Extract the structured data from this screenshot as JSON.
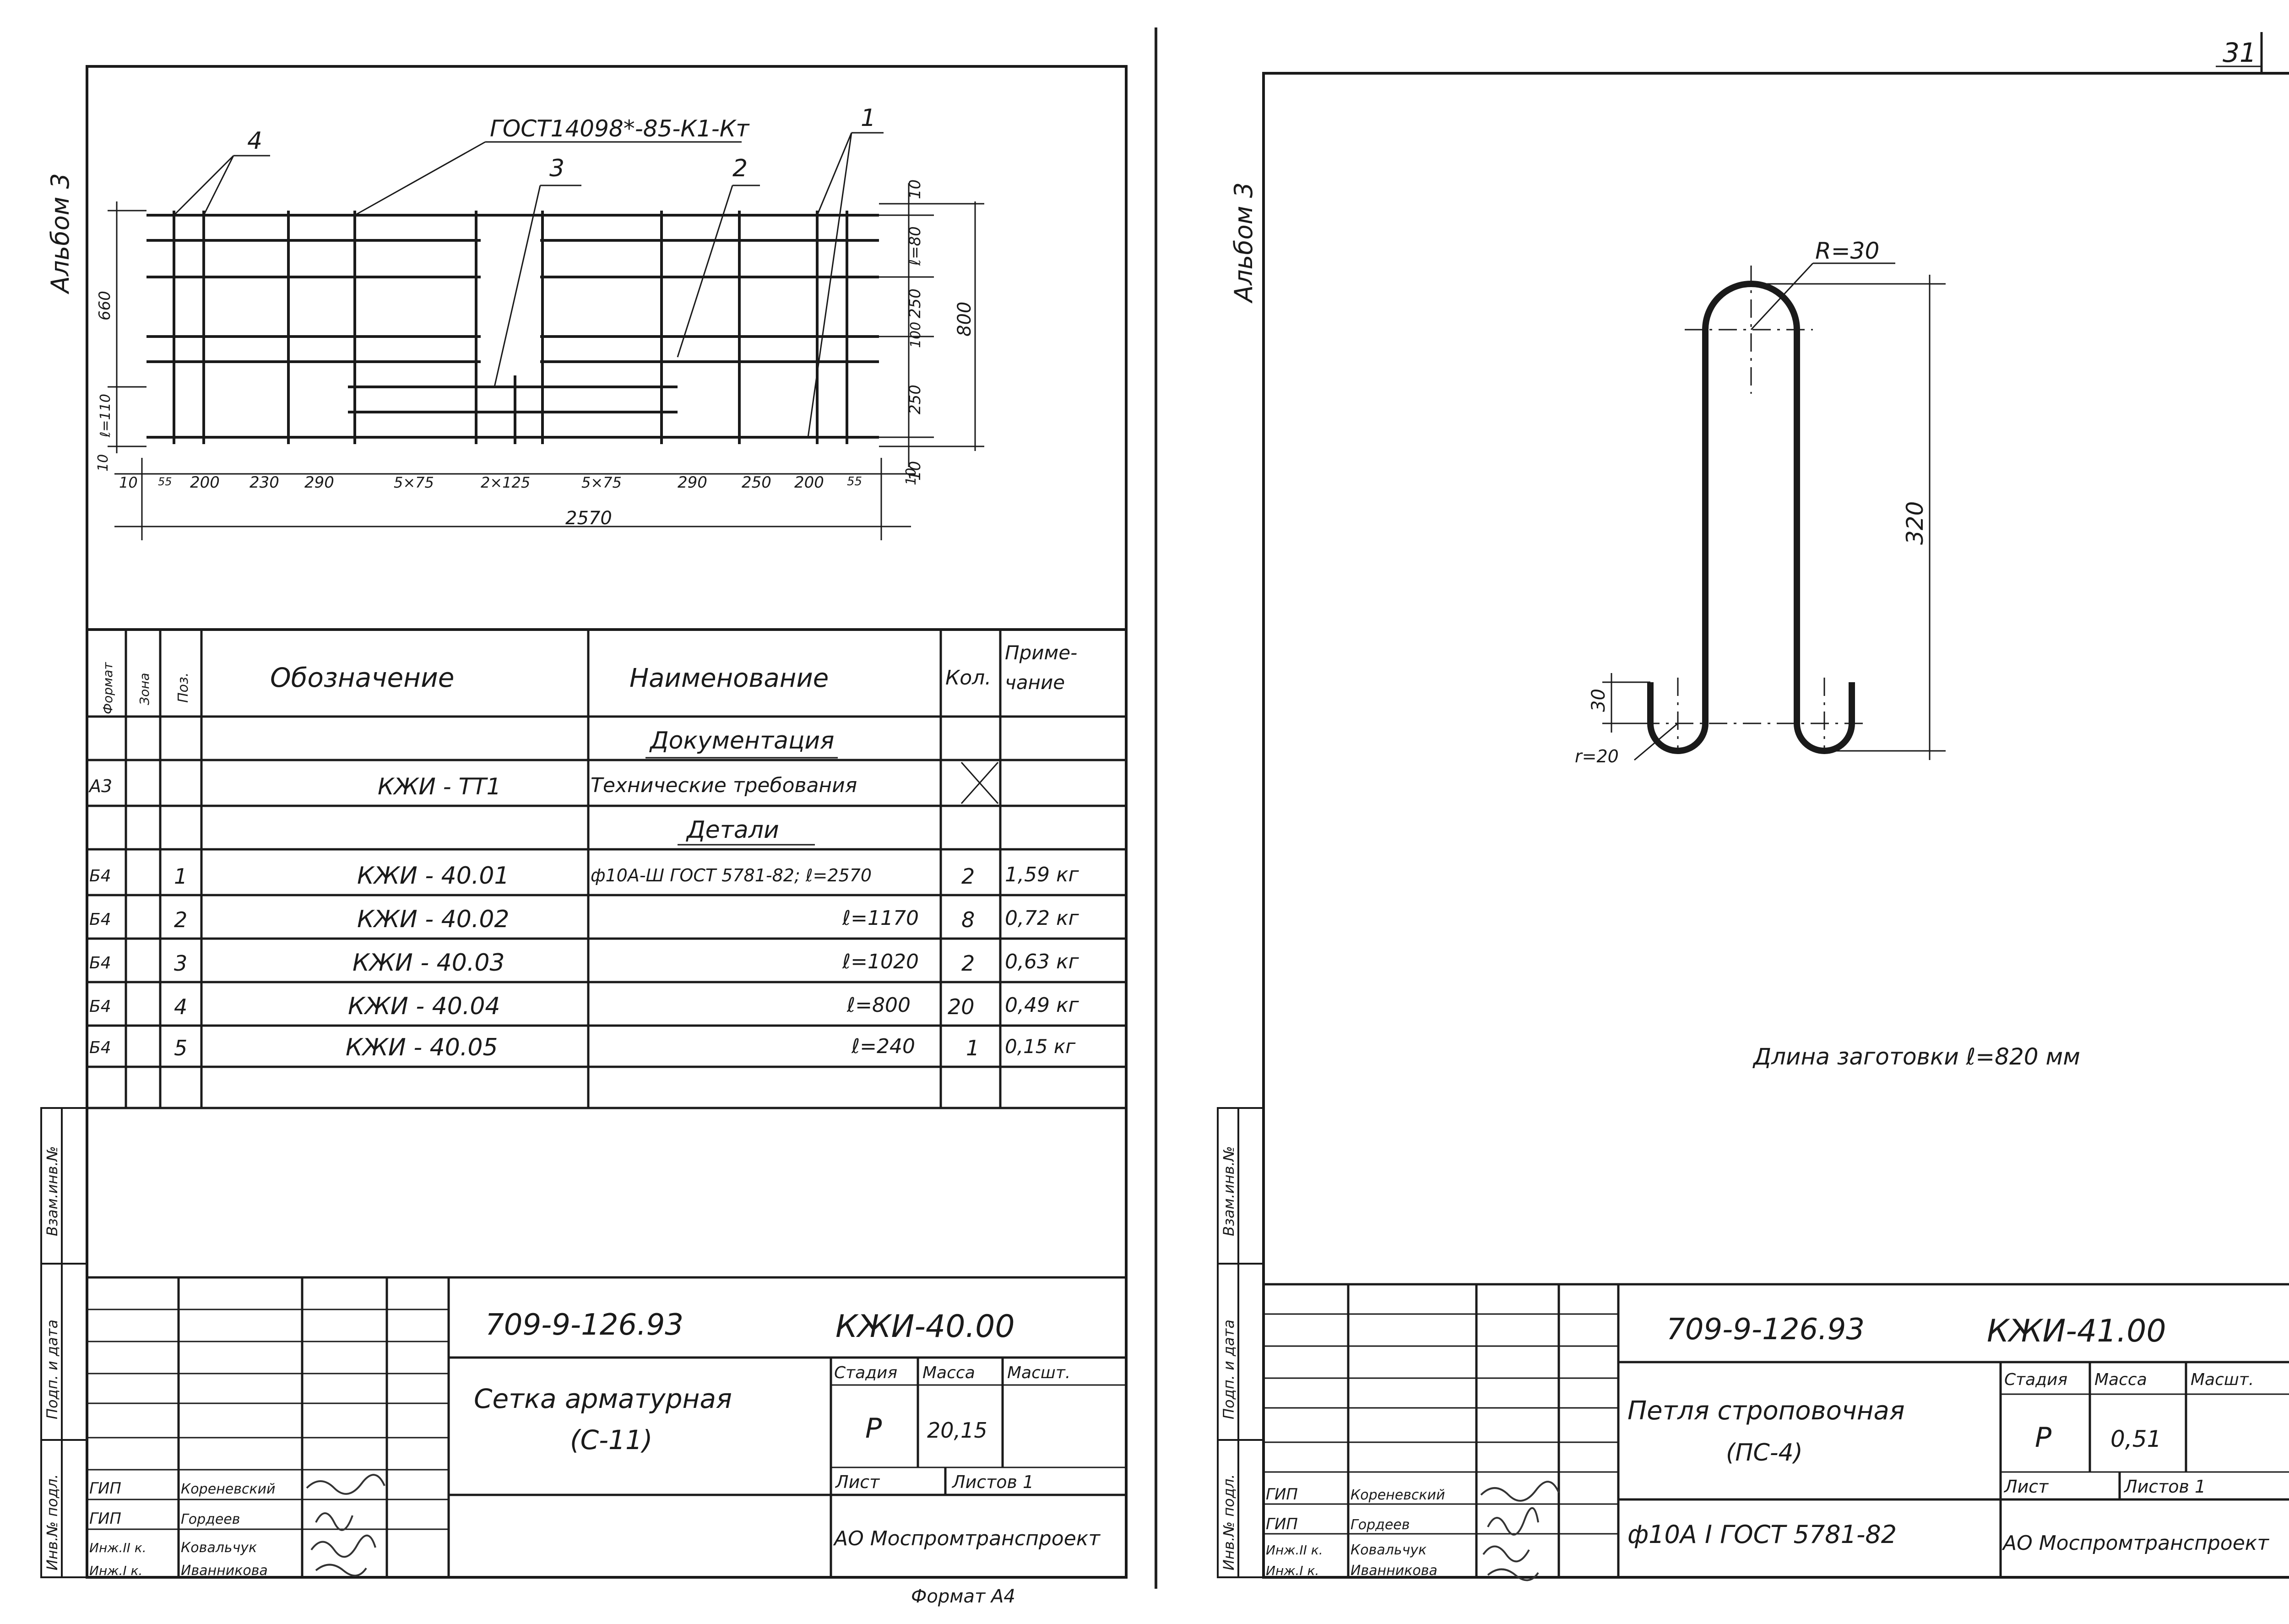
{
  "page_number": "31",
  "left": {
    "album": "Альбом 3",
    "gost_label": "ГОСТ14098*-85-К1-Кт",
    "callouts": [
      "1",
      "2",
      "3",
      "4"
    ],
    "right_dims": [
      "10",
      "ℓ=80",
      "250",
      "100",
      "250",
      "10"
    ],
    "overall_height": "800",
    "left_dims": [
      "10",
      "ℓ=110",
      "660"
    ],
    "bottom_dims": [
      "10",
      "55",
      "200",
      "230",
      "290",
      "5×75",
      "2×125",
      "5×75",
      "290",
      "250",
      "200",
      "55",
      "10"
    ],
    "overall_width": "2570",
    "spec_headers": {
      "format": "Формат",
      "zone": "Зона",
      "pos": "Поз.",
      "designation": "Обозначение",
      "name": "Наименование",
      "qty": "Кол.",
      "note": "Приме-чание"
    },
    "section_doc": "Документация",
    "section_det": "Детали",
    "rows": [
      {
        "format": "А3",
        "pos": "",
        "designation": "КЖИ - ТТ1",
        "name": "Технические требования",
        "qty": "",
        "note": ""
      },
      {
        "format": "Б4",
        "pos": "1",
        "designation": "КЖИ - 40.01",
        "name": "ф10А-Ш ГОСТ 5781-82; ℓ=2570",
        "qty": "2",
        "note": "1,59 кг"
      },
      {
        "format": "Б4",
        "pos": "2",
        "designation": "КЖИ - 40.02",
        "name": "ℓ=1170",
        "qty": "8",
        "note": "0,72 кг"
      },
      {
        "format": "Б4",
        "pos": "3",
        "designation": "КЖИ - 40.03",
        "name": "ℓ=1020",
        "qty": "2",
        "note": "0,63 кг"
      },
      {
        "format": "Б4",
        "pos": "4",
        "designation": "КЖИ - 40.04",
        "name": "ℓ=800",
        "qty": "20",
        "note": "0,49 кг"
      },
      {
        "format": "Б4",
        "pos": "5",
        "designation": "КЖИ - 40.05",
        "name": "ℓ=240",
        "qty": "1",
        "note": "0,15 кг"
      }
    ],
    "side_labels": [
      "Взам.инв.№",
      "Подп. и дата",
      "Инв.№ подл."
    ],
    "title_block": {
      "project": "709-9-126.93",
      "code": "КЖИ-40.00",
      "title1": "Сетка арматурная",
      "title2": "(С-11)",
      "stage_label": "Стадия",
      "mass_label": "Масса",
      "scale_label": "Масшт.",
      "stage": "Р",
      "mass": "20,15",
      "sheet_label": "Лист",
      "sheets_label": "Листов 1",
      "org": "АО Моспромтранспроект",
      "people": [
        [
          "ГИП",
          "Кореневский"
        ],
        [
          "ГИП",
          "Гордеев"
        ],
        [
          "Инж.II к.",
          "Ковальчук"
        ],
        [
          "Инж.I к.",
          "Иванникова"
        ]
      ]
    },
    "format_note": "Формат А4"
  },
  "right": {
    "album": "Альбом 3",
    "r_top": "R=30",
    "height_dim": "320",
    "leg_dim": "30",
    "r_bottom": "r=20",
    "length_note": "Длина заготовки ℓ=820 мм",
    "side_labels": [
      "Взам.инв.№",
      "Подп. и дата",
      "Инв.№ подл."
    ],
    "title_block": {
      "project": "709-9-126.93",
      "code": "КЖИ-41.00",
      "title1": "Петля строповочная",
      "title2": "(ПС-4)",
      "material": "ф10А I ГОСТ 5781-82",
      "stage_label": "Стадия",
      "mass_label": "Масса",
      "scale_label": "Масшт.",
      "stage": "Р",
      "mass": "0,51",
      "sheet_label": "Лист",
      "sheets_label": "Листов 1",
      "org": "АО Моспромтранспроект",
      "people": [
        [
          "ГИП",
          "Кореневский"
        ],
        [
          "ГИП",
          "Гордеев"
        ],
        [
          "Инж.II к.",
          "Ковальчук"
        ],
        [
          "Инж.I к.",
          "Иванникова"
        ]
      ]
    }
  }
}
